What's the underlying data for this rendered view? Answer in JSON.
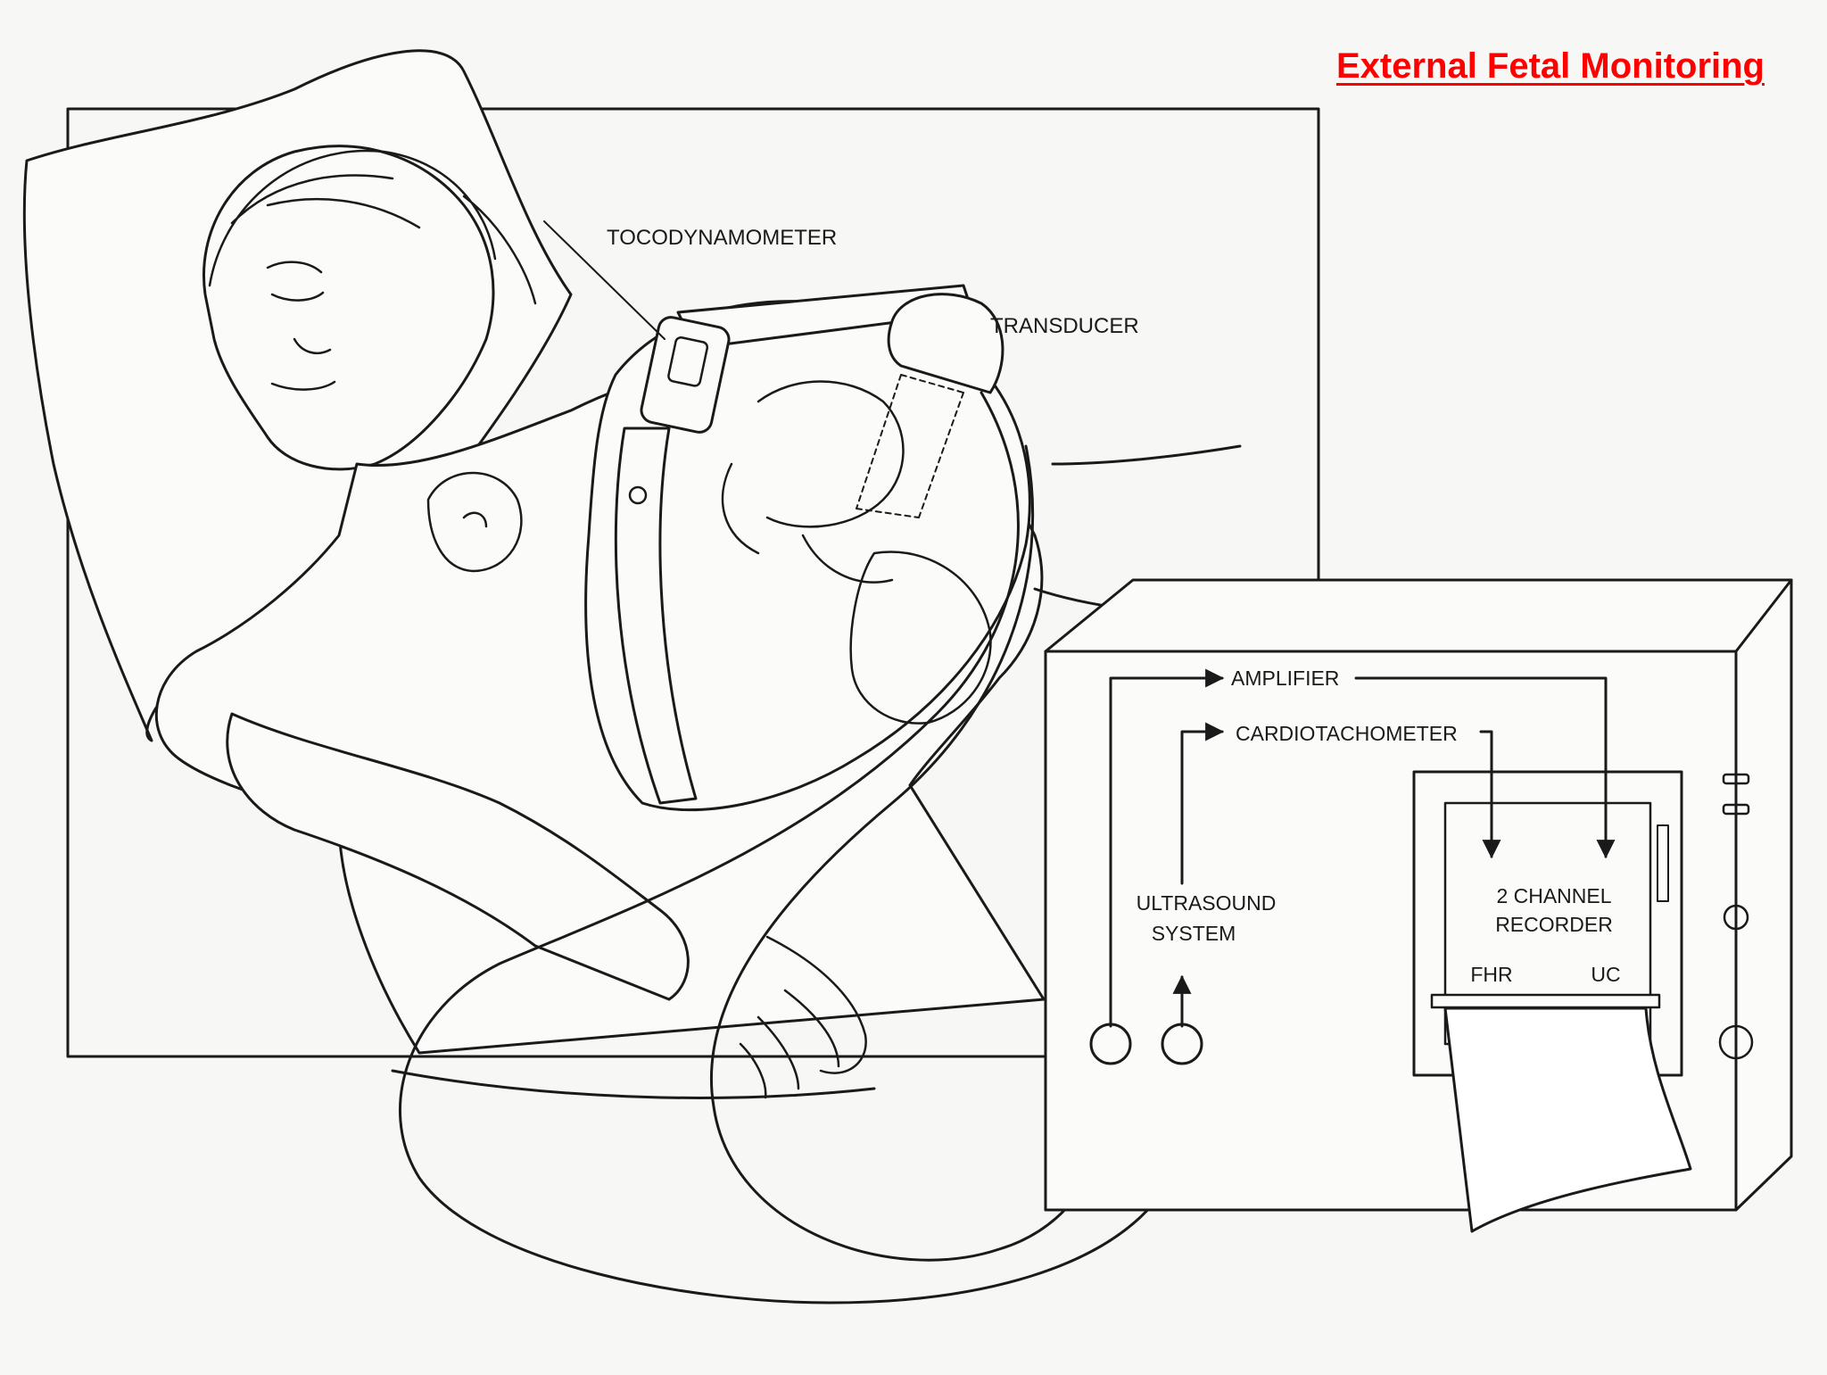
{
  "title": "External Fetal Monitoring",
  "colors": {
    "title": "#ff0000",
    "ink": "#1a1a1a",
    "paper": "#f7f7f5"
  },
  "labels": {
    "tocodynamometer": "TOCODYNAMOMETER",
    "transducer": "TRANSDUCER",
    "amplifier": "AMPLIFIER",
    "cardiotachometer": "CARDIOTACHOMETER",
    "ultrasound_line1": "ULTRASOUND",
    "ultrasound_line2": "SYSTEM",
    "recorder_line1": "2 CHANNEL",
    "recorder_line2": "RECORDER",
    "fhr": "FHR",
    "uc": "UC"
  }
}
